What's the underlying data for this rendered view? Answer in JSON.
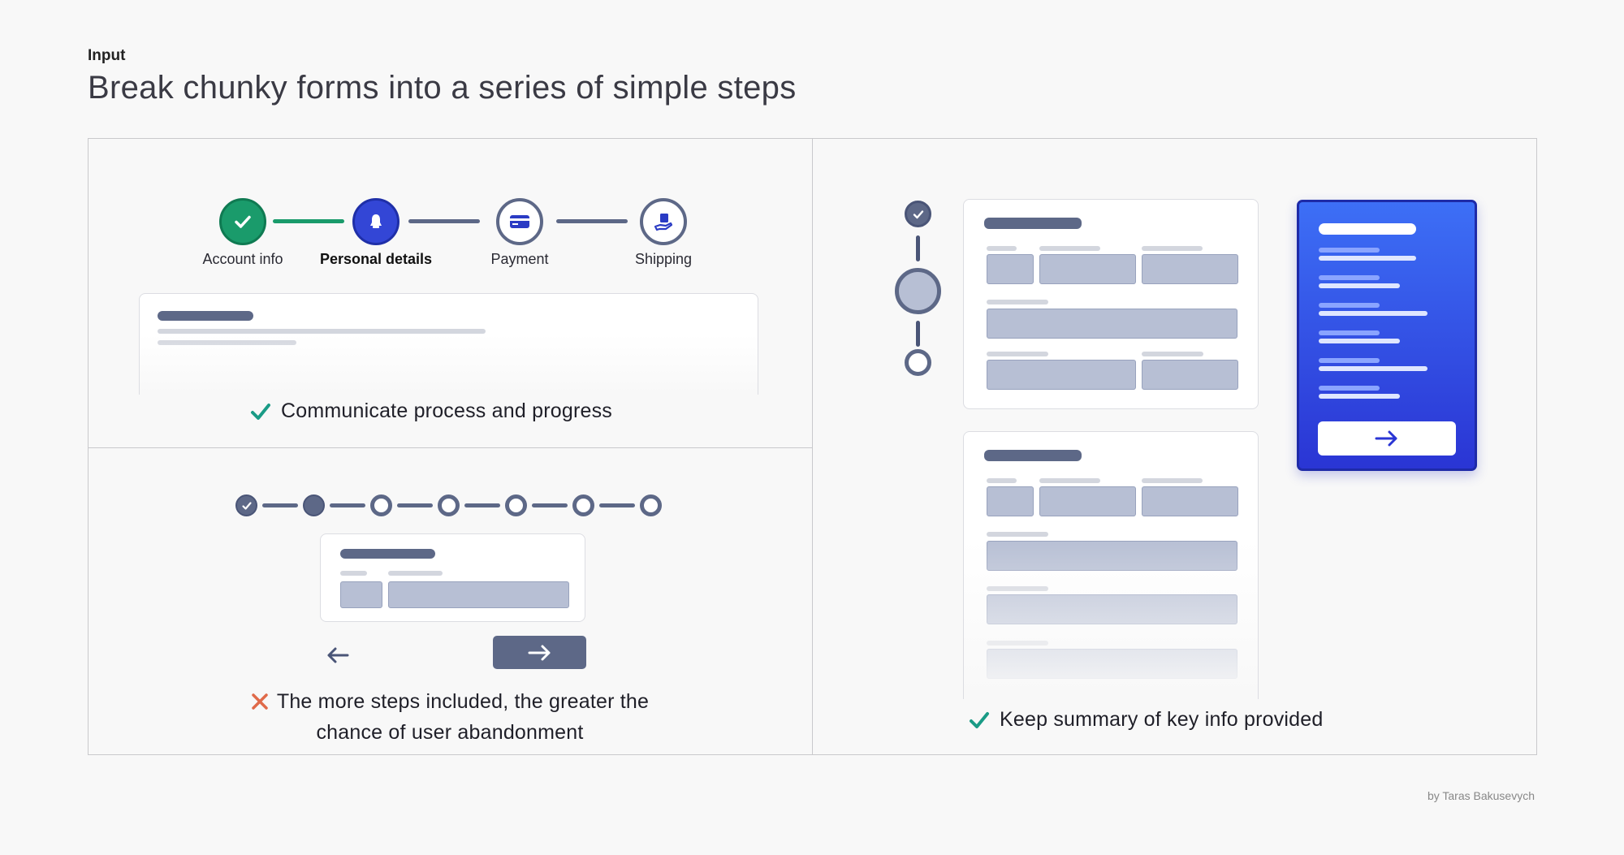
{
  "header": {
    "eyebrow": "Input",
    "title": "Break chunky forms into a series of simple steps"
  },
  "panel_top_left": {
    "steps": [
      {
        "label": "Account info",
        "state": "complete",
        "icon": "check-icon"
      },
      {
        "label": "Personal details",
        "state": "current",
        "icon": "user-icon"
      },
      {
        "label": "Payment",
        "state": "upcoming",
        "icon": "credit-card-icon"
      },
      {
        "label": "Shipping",
        "state": "upcoming",
        "icon": "package-hand-icon"
      }
    ],
    "caption": "Communicate process and progress",
    "caption_icon": "check-icon",
    "verdict": "good"
  },
  "panel_bottom_left": {
    "step_count": 7,
    "current_step": 2,
    "caption_line1": "The more steps included, the greater the",
    "caption_line2": "chance of user abandonment",
    "caption_icon": "cross-icon",
    "verdict": "bad",
    "back_icon": "arrow-left-icon",
    "next_icon": "arrow-right-icon"
  },
  "panel_right": {
    "caption": "Keep summary of key info provided",
    "caption_icon": "check-icon",
    "verdict": "good",
    "next_icon": "arrow-right-icon"
  },
  "footer": {
    "credit": "by Taras Bakusevych"
  },
  "colors": {
    "success": "#1a9b6b",
    "active": "#3346d6",
    "neutral": "#5d6887",
    "danger": "#e06a4a",
    "summary_gradient_top": "#3d6ff6",
    "summary_gradient_bottom": "#2a35d4"
  }
}
